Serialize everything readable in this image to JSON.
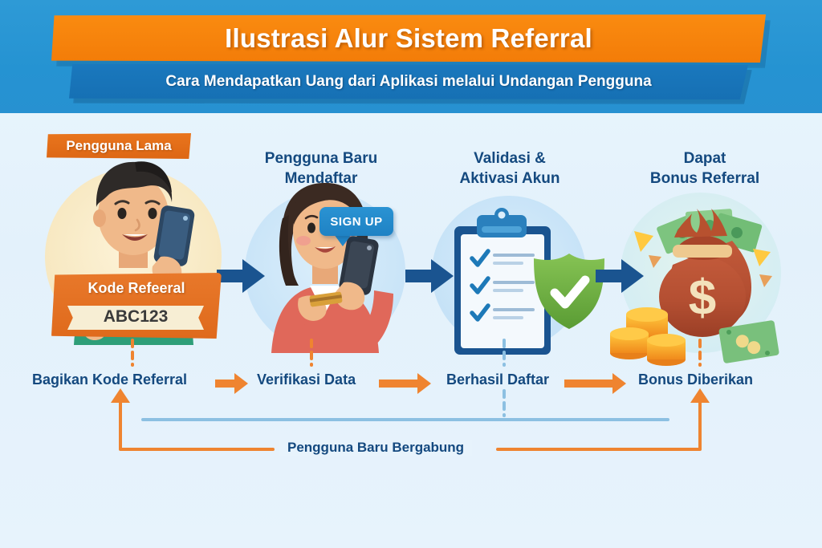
{
  "header": {
    "title": "Ilustrasi Alur Sistem Referral",
    "subtitle": "Cara Mendapatkan Uang dari Aplikasi melalui Undangan Pengguna"
  },
  "steps": [
    {
      "id": "step-1",
      "title": "",
      "badge": "Pengguna Lama",
      "card_title": "Kode Refeeral",
      "card_value": "ABC123",
      "flow_label": "Bagikan Kode Referral"
    },
    {
      "id": "step-2",
      "title": "Pengguna Baru\nMendaftar",
      "title_line1": "Pengguna Baru",
      "title_line2": "Mendaftar",
      "bubble": "SIGN UP",
      "flow_label": "Verifikasi Data"
    },
    {
      "id": "step-3",
      "title_line1": "Validasi &",
      "title_line2": "Aktivasi Akun",
      "flow_label": "Berhasil Daftar"
    },
    {
      "id": "step-4",
      "title_line1": "Dapat",
      "title_line2": "Bonus Referral",
      "flow_label": "Bonus Diberikan"
    }
  ],
  "loop": {
    "label": "Pengguna Baru Bergabung"
  },
  "icons": {
    "checkmark": "check-icon",
    "shield": "shield-check-icon",
    "clipboard": "clipboard-icon",
    "money_bag": "money-bag-icon",
    "dollar": "$",
    "phone": "smartphone-icon",
    "arrow": "arrow-right-icon"
  },
  "colors": {
    "header_blue": "#2593d2",
    "orange": "#f37c08",
    "accent_orange": "#ef8430",
    "navy": "#14497f",
    "arrow_navy": "#1a5490",
    "background": "#e4f2fb",
    "shield_green": "#6aaf3f",
    "money_green": "#7dc47f"
  }
}
